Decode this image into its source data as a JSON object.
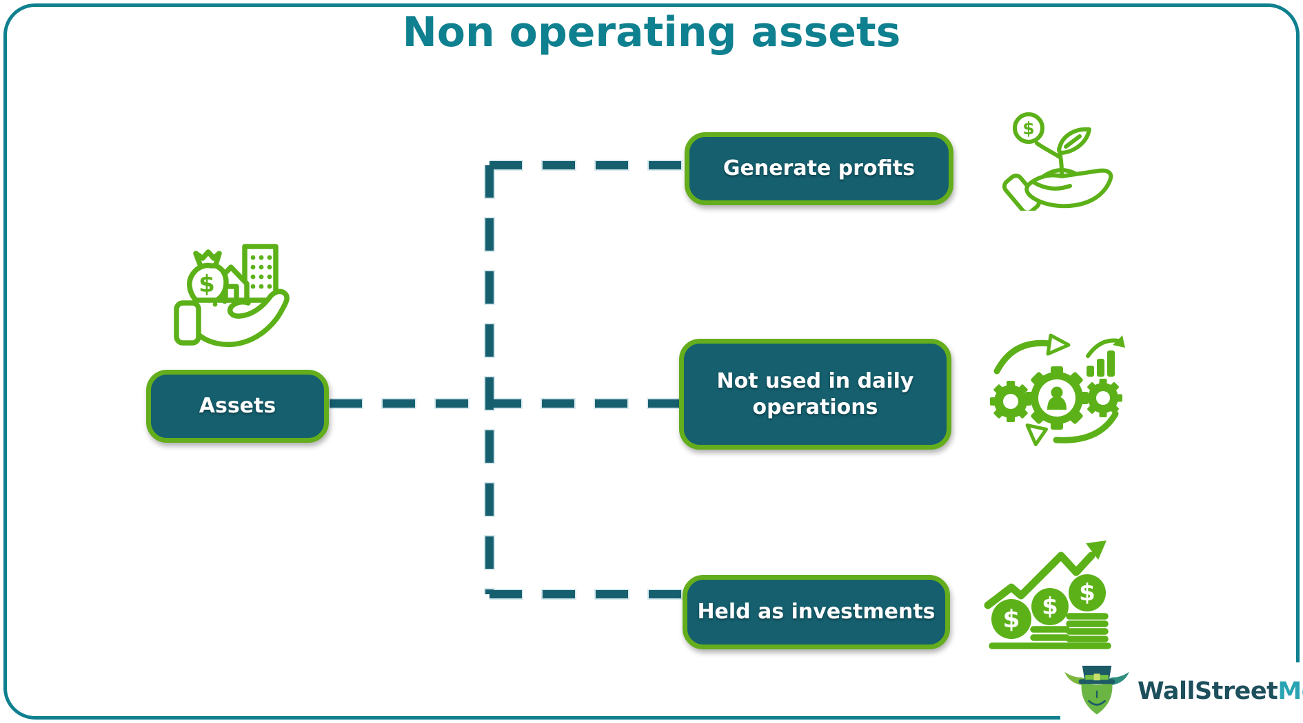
{
  "title": "Non operating assets",
  "root": {
    "label": "Assets",
    "icon": "assets-in-hand-icon"
  },
  "branches": [
    {
      "label": "Generate profits",
      "icon": "coin-sprout-hand-icon"
    },
    {
      "label": "Not used in daily operations",
      "icon": "process-gears-icon"
    },
    {
      "label": "Held as investments",
      "icon": "rising-coins-icon"
    }
  ],
  "logo": {
    "brand_primary": "WallStreet",
    "brand_accent": "Mojo",
    "mascot": "bull-mascot-icon"
  },
  "colors": {
    "teal": "#0f808f",
    "teal_dark": "#155f6e",
    "green_border": "#64ad1c",
    "icon_green": "#5cb118",
    "logo_dark": "#1d4f5c",
    "logo_accent": "#2aa3b2",
    "dash_halo": "#d8e9ee",
    "label_text": "#ffffff"
  }
}
